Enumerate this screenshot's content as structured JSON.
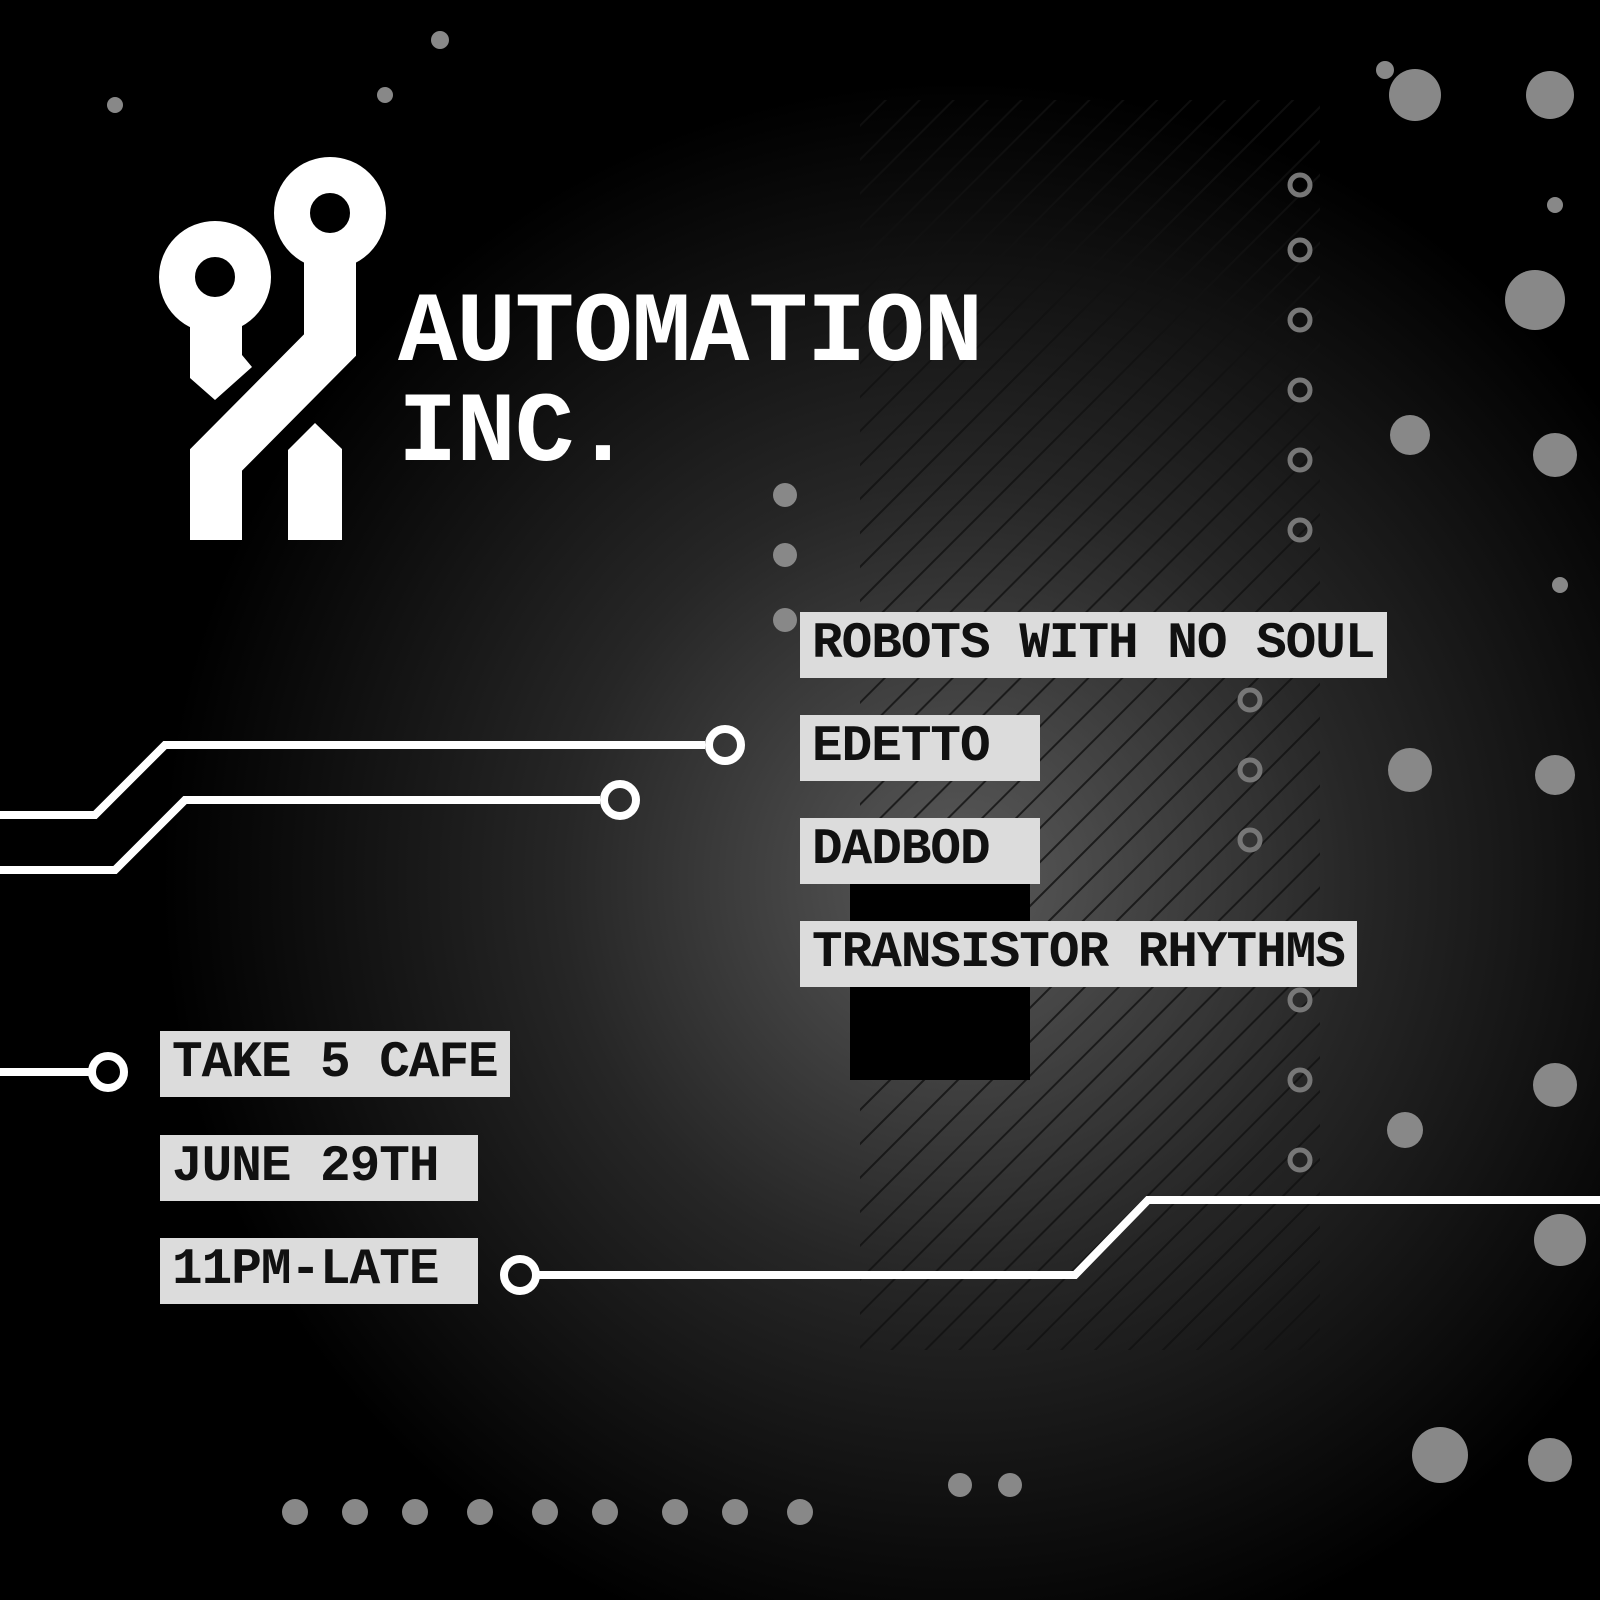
{
  "brand": {
    "line1": "AUTOMATION",
    "line2": "INC."
  },
  "lineup": [
    "ROBOTS WITH NO SOUL",
    "EDETTO",
    "DADBOD",
    "TRANSISTOR RHYTHMS"
  ],
  "event": {
    "venue": "TAKE 5 CAFE",
    "date": "JUNE 29TH",
    "time": "11PM-LATE"
  },
  "colors": {
    "background": "#000000",
    "label_bg": "#dcdcdc",
    "trace": "#ffffff"
  }
}
